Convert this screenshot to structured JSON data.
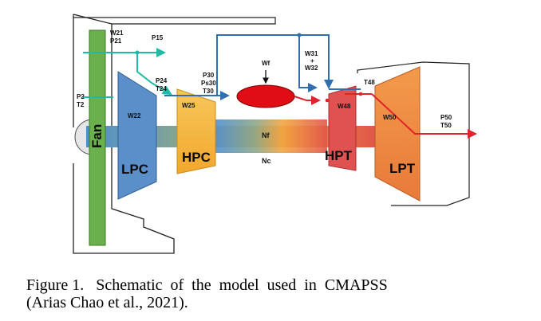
{
  "diagram": {
    "labels": {
      "fan": "Fan",
      "lpc": "LPC",
      "hpc": "HPC",
      "hpt": "HPT",
      "lpt": "LPT",
      "w21": "W21",
      "p21": "P21",
      "p15": "P15",
      "p2": "P2",
      "t2": "T2",
      "w22": "W22",
      "p24": "P24",
      "t24": "T24",
      "w25": "W25",
      "p30": "P30",
      "ps30": "Ps30",
      "t30": "T30",
      "wf": "Wf",
      "w31": "W31",
      "plus": "+",
      "w32": "W32",
      "t48": "T48",
      "w48": "W48",
      "w50": "W50",
      "p50": "P50",
      "t50": "T50",
      "nf": "Nf",
      "nc": "Nc"
    },
    "colors": {
      "fan": "#6ab04c",
      "lpc": "#5b8fc9",
      "hpc": "#f6b73c",
      "hpt": "#e05252",
      "lpt": "#f08a42",
      "teal_line": "#1fb9a6",
      "blue_line": "#2f6fb0",
      "red_line": "#e0232b"
    }
  },
  "caption": {
    "line1": "Figure 1.   Schematic  of  the  model  used  in  CMAPSS",
    "line2": "(Arias Chao et al., 2021)."
  }
}
